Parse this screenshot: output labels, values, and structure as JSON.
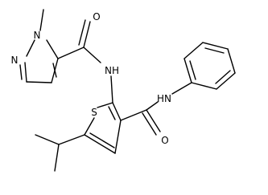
{
  "molecule": {
    "labels": {
      "methyl": "",
      "pyrazole_n1": "N",
      "pyrazole_n2": "N",
      "amide1_oxygen": "O",
      "amide1_nh": "NH",
      "thiophene_s": "S",
      "amide2_nh": "HN",
      "amide2_oxygen": "O"
    }
  }
}
